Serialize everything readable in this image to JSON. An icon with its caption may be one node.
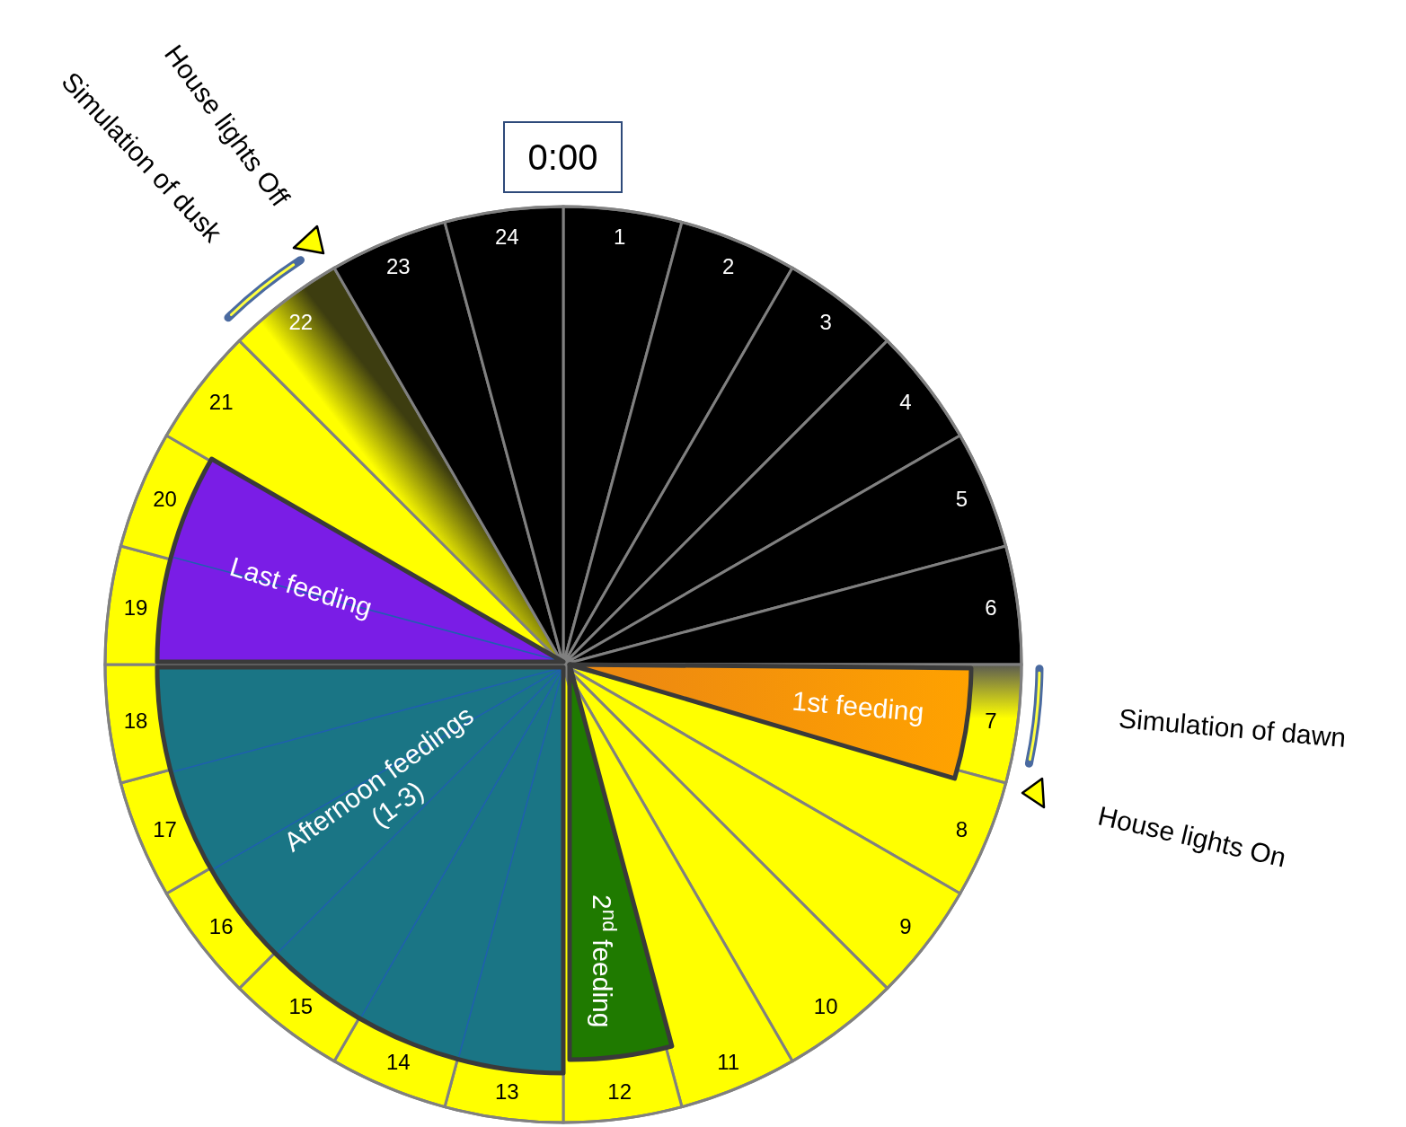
{
  "diagram": {
    "nodes": [
      {
        "text": [
          "0:00"
        ]
      },
      {
        "text": [
          "1st feeding"
        ]
      },
      {
        "text": [
          "2$^{nd}$ feeding"
        ]
      },
      {
        "text": [
          "Afternoon feedings (1-3)"
        ]
      },
      {
        "text": [
          "Last feeding"
        ]
      }
    ],
    "labels": [
      "1",
      "2",
      "3",
      "4",
      "5",
      "6",
      "7",
      "8",
      "9",
      "10",
      "11",
      "12",
      "13",
      "14",
      "15",
      "16",
      "17",
      "18",
      "19",
      "20",
      "21",
      "22",
      "23",
      "24",
      "House lights Off",
      "Simulation of dusk",
      "Simulation of dawn",
      "House lights On"
    ]
  }
}
